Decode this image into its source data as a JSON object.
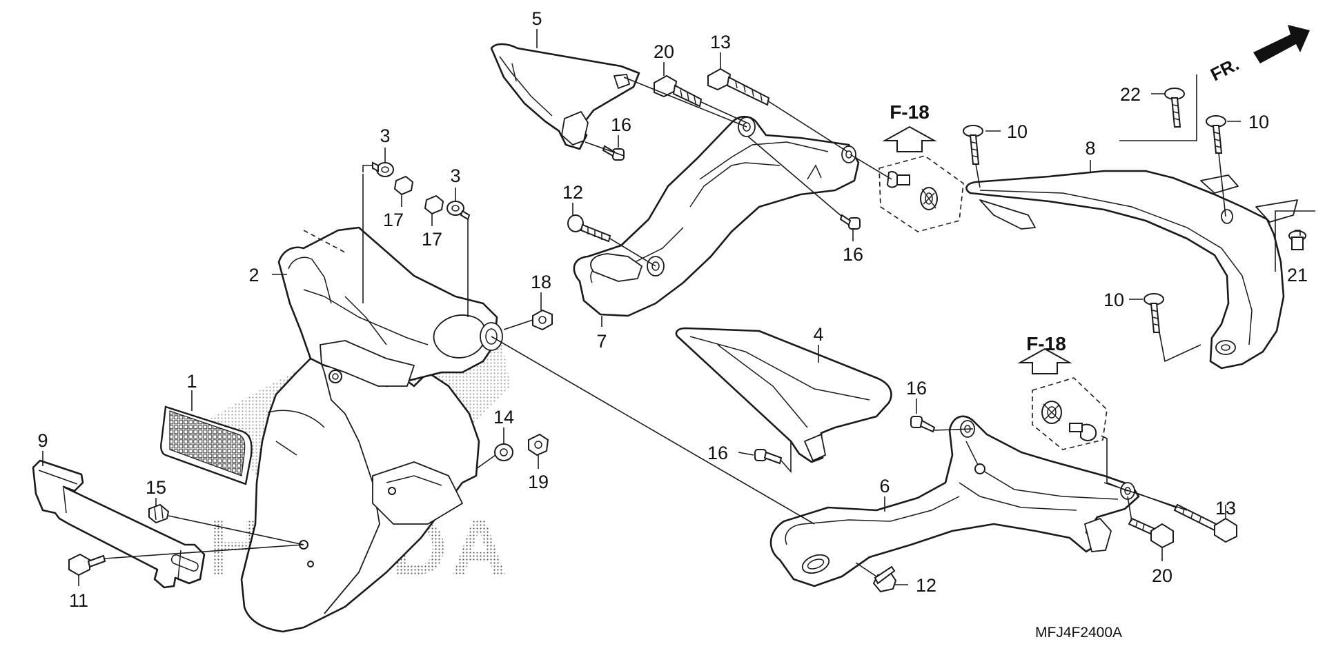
{
  "diagram": {
    "code": "MFJ4F2400A",
    "direction_label": "FR.",
    "watermark_text": "HONDA",
    "refs": [
      {
        "id": "ref-1",
        "label": "F-18"
      },
      {
        "id": "ref-2",
        "label": "F-18"
      }
    ],
    "callouts": [
      {
        "id": "c1",
        "label": "1"
      },
      {
        "id": "c2",
        "label": "2"
      },
      {
        "id": "c3a",
        "label": "3"
      },
      {
        "id": "c3b",
        "label": "3"
      },
      {
        "id": "c4",
        "label": "4"
      },
      {
        "id": "c5",
        "label": "5"
      },
      {
        "id": "c6",
        "label": "6"
      },
      {
        "id": "c7",
        "label": "7"
      },
      {
        "id": "c8",
        "label": "8"
      },
      {
        "id": "c9",
        "label": "9"
      },
      {
        "id": "c10a",
        "label": "10"
      },
      {
        "id": "c10b",
        "label": "10"
      },
      {
        "id": "c10c",
        "label": "10"
      },
      {
        "id": "c11",
        "label": "11"
      },
      {
        "id": "c12a",
        "label": "12"
      },
      {
        "id": "c12b",
        "label": "12"
      },
      {
        "id": "c13a",
        "label": "13"
      },
      {
        "id": "c13b",
        "label": "13"
      },
      {
        "id": "c14",
        "label": "14"
      },
      {
        "id": "c15",
        "label": "15"
      },
      {
        "id": "c16a",
        "label": "16"
      },
      {
        "id": "c16b",
        "label": "16"
      },
      {
        "id": "c16c",
        "label": "16"
      },
      {
        "id": "c16d",
        "label": "16"
      },
      {
        "id": "c17a",
        "label": "17"
      },
      {
        "id": "c17b",
        "label": "17"
      },
      {
        "id": "c18",
        "label": "18"
      },
      {
        "id": "c19",
        "label": "19"
      },
      {
        "id": "c20a",
        "label": "20"
      },
      {
        "id": "c20b",
        "label": "20"
      },
      {
        "id": "c21",
        "label": "21"
      },
      {
        "id": "c22",
        "label": "22"
      }
    ]
  }
}
